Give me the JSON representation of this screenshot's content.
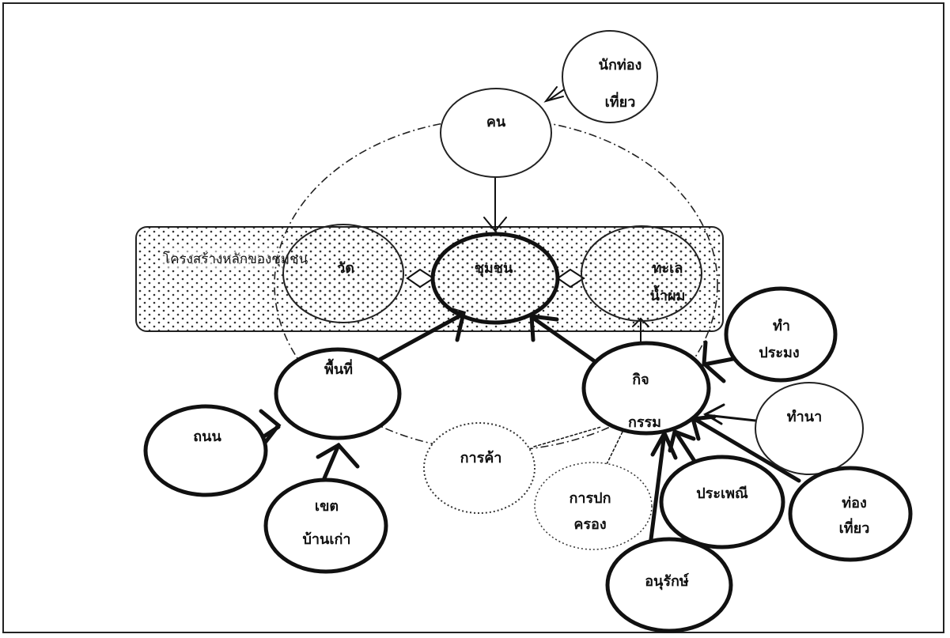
{
  "diagram": {
    "region_label": "โครงสร้างหลักของชุมชน",
    "nodes": {
      "tourist": {
        "line1": "นักท่อง",
        "line2": "เที่ยว"
      },
      "people": {
        "label": "คน"
      },
      "community": {
        "label": "ชุมชน"
      },
      "temple": {
        "label": "วัด"
      },
      "sea": {
        "line1": "ทะเล",
        "line2": "น้ำผม"
      },
      "area": {
        "label": "พื้นที่"
      },
      "activity": {
        "line1": "กิจ",
        "line2": "กรรม"
      },
      "fishing": {
        "line1": "ทำ",
        "line2": "ประมง"
      },
      "farming": {
        "label": "ทำนา"
      },
      "tourism": {
        "line1": "ท่อง",
        "line2": "เที่ยว"
      },
      "tradition": {
        "label": "ประเพณี"
      },
      "conservation": {
        "label": "อนุรักษ์"
      },
      "governance": {
        "line1": "การปก",
        "line2": "ครอง"
      },
      "trade": {
        "label": "การค้า"
      },
      "road": {
        "label": "ถนน"
      },
      "district": {
        "line1": "เขต",
        "line2": "บ้านเก่า"
      }
    }
  }
}
